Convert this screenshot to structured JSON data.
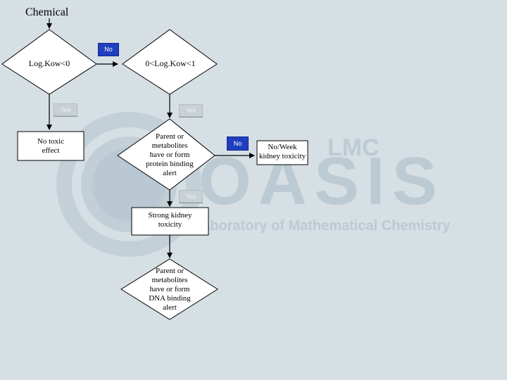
{
  "title": "Chemical",
  "nodes": {
    "logkow_lt0": "Log.Kow<0",
    "logkow_0_1": "0<Log.Kow<1",
    "no_toxic": [
      "No toxic",
      "effect"
    ],
    "protein_alert": [
      "Parent or",
      "metabolites",
      "have or form",
      "protein binding",
      "alert"
    ],
    "strong_kidney": [
      "Strong kidney",
      "toxicity"
    ],
    "dna_alert": [
      "Parent or",
      "metabolites",
      "have or form",
      "DNA binding",
      "alert"
    ],
    "no_weak": [
      "No/Week",
      "kidney toxicity"
    ]
  },
  "tags": {
    "no_top": "No",
    "yes_left": "Yes",
    "yes_mid": "Yes",
    "yes_lower": "Yes",
    "no_right": "No"
  },
  "watermark": {
    "brand": "OASIS",
    "org_short": "LMC",
    "org_full": "Laboratory of Mathematical Chemistry"
  },
  "colors": {
    "background": "#d6dfe4",
    "tag_blue": "#1f3fbf",
    "tag_grey": "#c9d1d6"
  }
}
